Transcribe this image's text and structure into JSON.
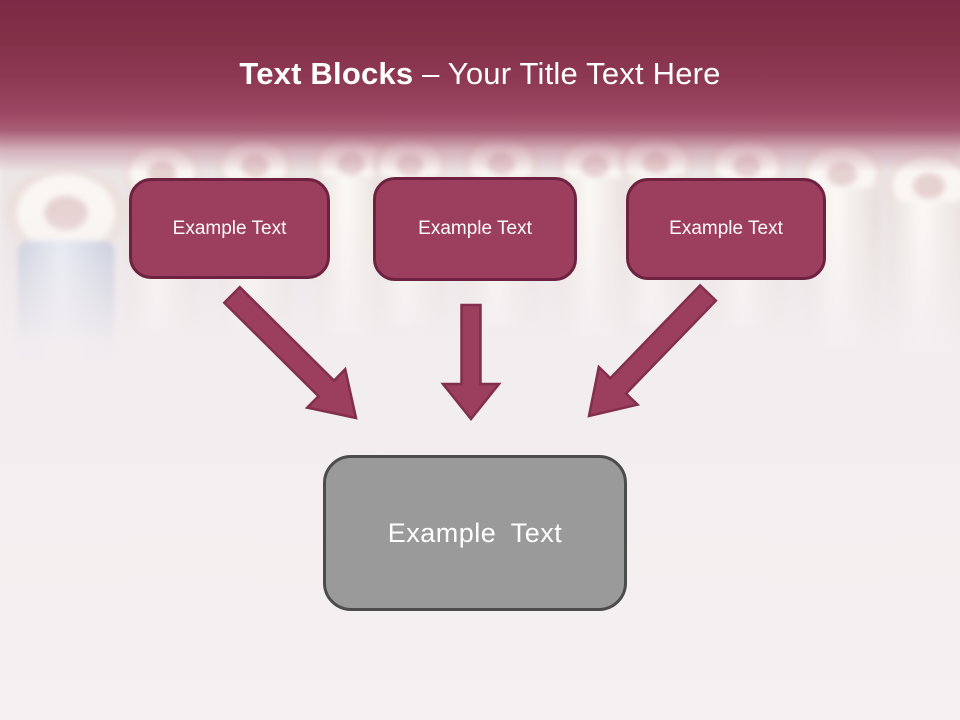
{
  "title": {
    "bold": "Text Blocks",
    "rest": " – Your Title Text Here"
  },
  "blocks": [
    {
      "label": "Example Text"
    },
    {
      "label": "Example Text"
    },
    {
      "label": "Example Text"
    }
  ],
  "result": {
    "label": "Example Text"
  },
  "icons": {
    "arrow_left": "arrow-down-right-icon",
    "arrow_middle": "arrow-down-icon",
    "arrow_right": "arrow-down-left-icon"
  },
  "colors": {
    "header_top": "#7c2a45",
    "accent_fill": "#9c3e5e",
    "accent_border": "#6d2240",
    "result_fill": "#9a9a9a",
    "result_border": "#4c4c4c",
    "text": "#ffffff",
    "background": "#f3eef0"
  }
}
